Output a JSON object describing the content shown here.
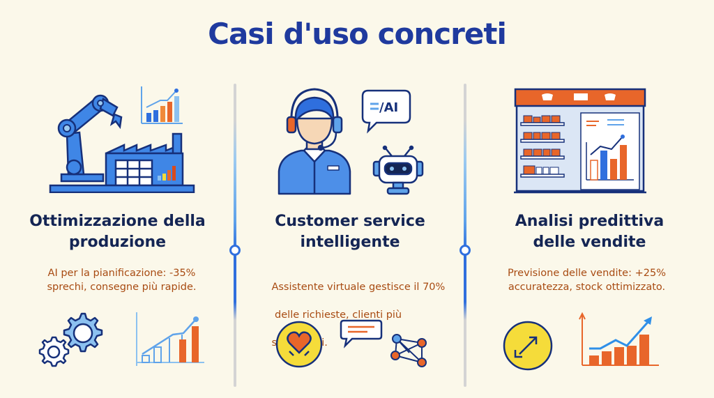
{
  "title": "Casi d'uso concreti",
  "colors": {
    "background": "#fbf8ea",
    "title": "#1f3a9e",
    "heading": "#142554",
    "description": "#a84b12",
    "accent_blue": "#2f6fde",
    "accent_orange": "#e8662a",
    "accent_yellow": "#f5dc3a"
  },
  "cases": [
    {
      "heading_line1": "Ottimizzazione della",
      "heading_line2": "produzione",
      "desc_line1": "AI per la pianificazione: -35%",
      "desc_line2": "sprechi, consegne più rapide.",
      "hero_icon": "robot-arm-factory-icon",
      "bottom_icons": [
        "gears-icon",
        "growth-bar-chart-icon"
      ]
    },
    {
      "heading_line1": "Customer service",
      "heading_line2": "intelligente",
      "desc_line1": "Assistente virtuale gestisce il 70%",
      "desc_line2": " delle richieste, clienti più",
      "desc_line3": "soddisfatti.",
      "hero_icon": "support-agent-chatbot-icon",
      "speech_bubble_text": "/AI",
      "bottom_icons": [
        "heart-satisfaction-icon",
        "chat-bubble-icon",
        "network-graph-icon"
      ]
    },
    {
      "heading_line1": "Analisi predittiva",
      "heading_line2": "delle vendite",
      "desc_line1": "Previsione delle vendite: +25%",
      "desc_line2": "accuratezza, stock ottimizzato.",
      "hero_icon": "store-shelves-analytics-icon",
      "bottom_icons": [
        "expand-arrow-icon",
        "trend-up-chart-icon"
      ]
    }
  ]
}
